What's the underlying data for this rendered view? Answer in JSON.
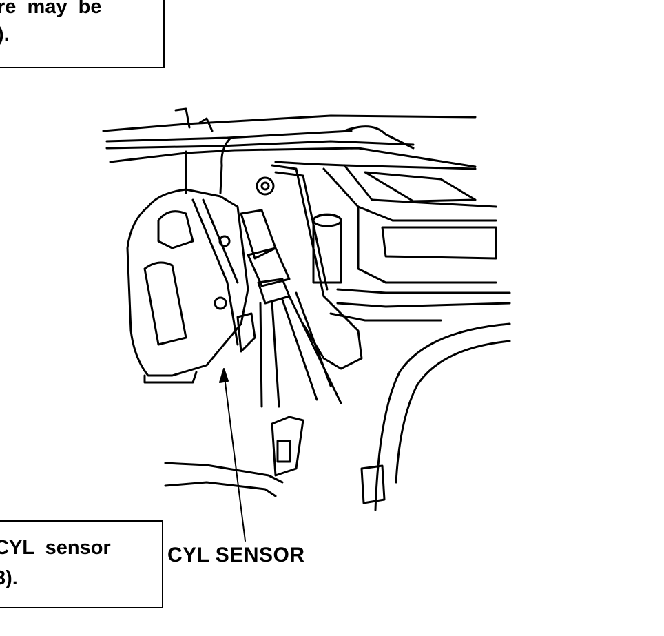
{
  "top_note": {
    "line1": "re  may  be",
    "line2": ")."
  },
  "bottom_note": {
    "line1": "CYL  sensor",
    "line2": "3)."
  },
  "diagram": {
    "callout_label": "CYL SENSOR"
  }
}
